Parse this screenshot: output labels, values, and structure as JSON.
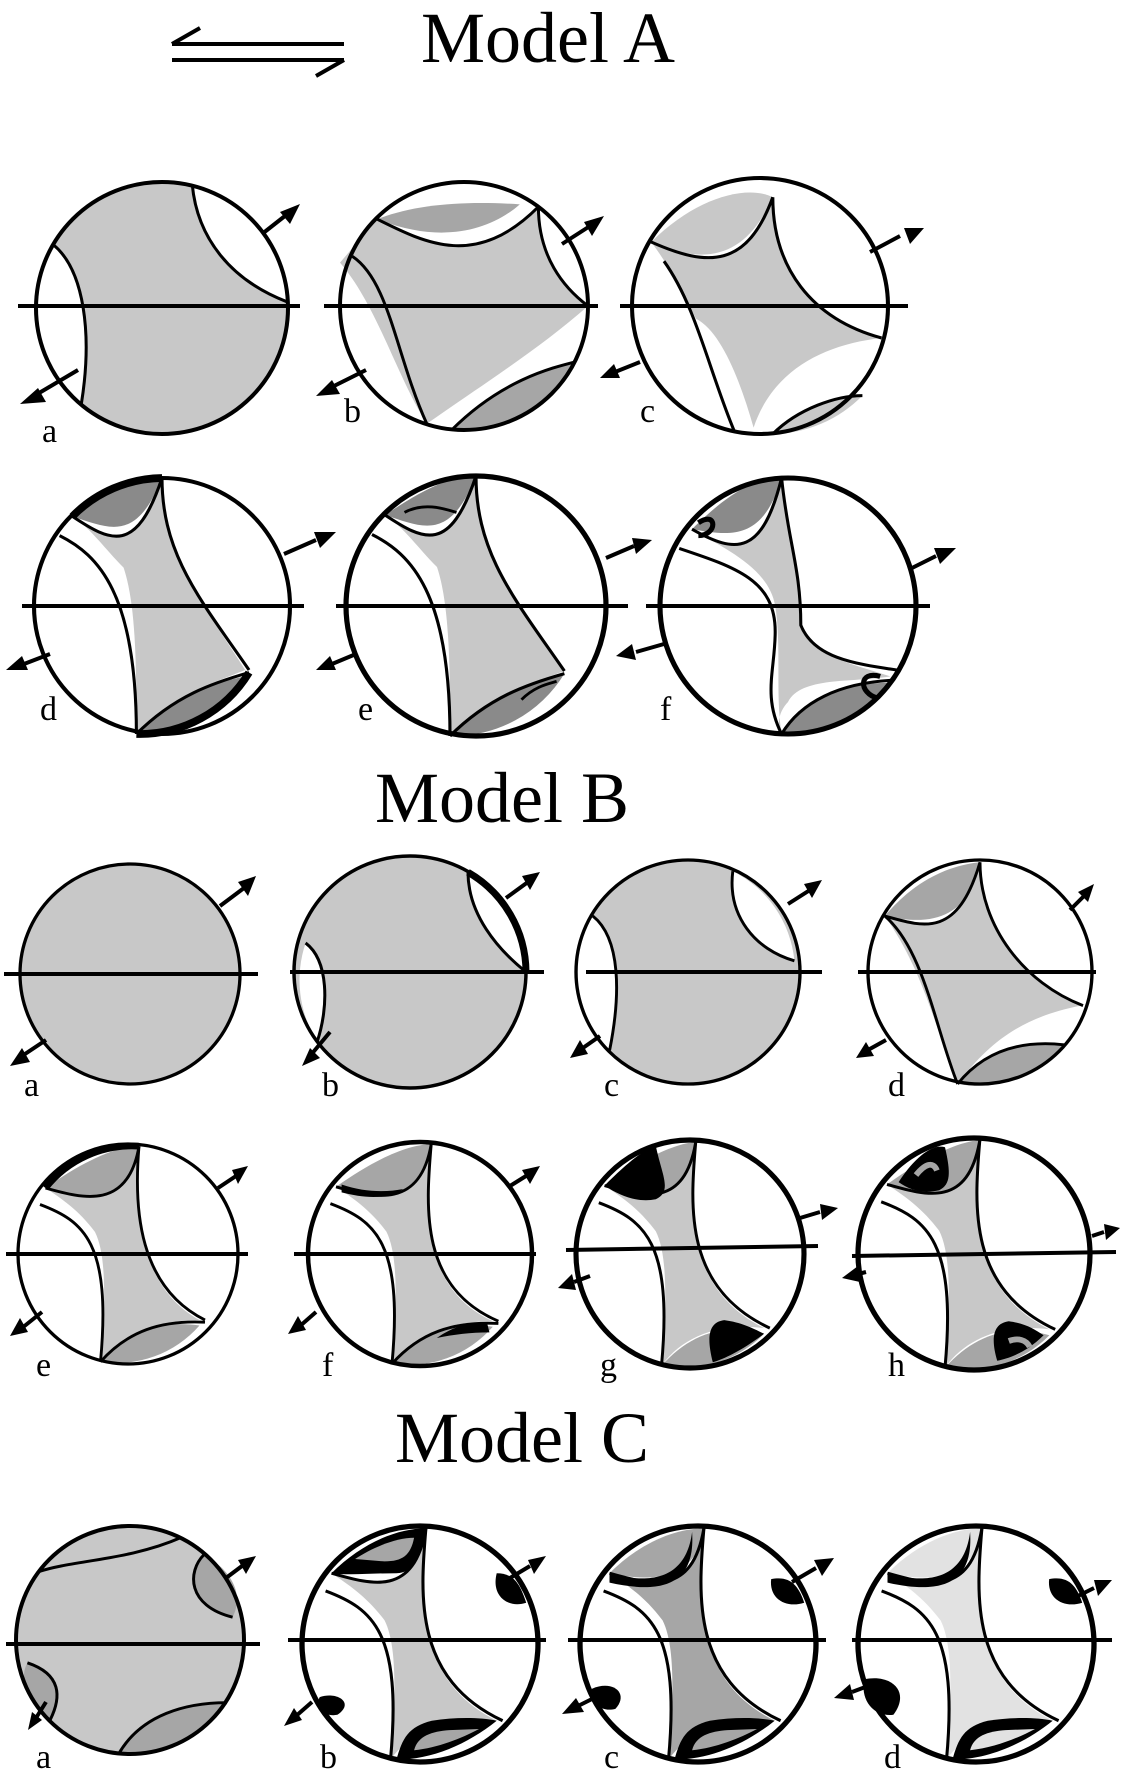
{
  "titles": {
    "model_a": "Model A",
    "model_b": "Model B",
    "model_c": "Model C"
  },
  "colors": {
    "light_gray": "#c8c8c8",
    "mid_gray": "#a6a6a6",
    "dark_gray": "#8a8a8a",
    "pale_gray": "#e2e2e2",
    "black": "#000000",
    "white": "#ffffff"
  },
  "model_a": {
    "row1": [
      "a",
      "b",
      "c"
    ],
    "row2": [
      "d",
      "e",
      "f"
    ]
  },
  "model_b": {
    "row1": [
      "a",
      "b",
      "c",
      "d"
    ],
    "row2": [
      "e",
      "f",
      "g",
      "h"
    ]
  },
  "model_c": {
    "row1": [
      "a",
      "b",
      "c",
      "d"
    ]
  },
  "icons": {
    "shear_sense": "double-half-arrow-icon"
  }
}
